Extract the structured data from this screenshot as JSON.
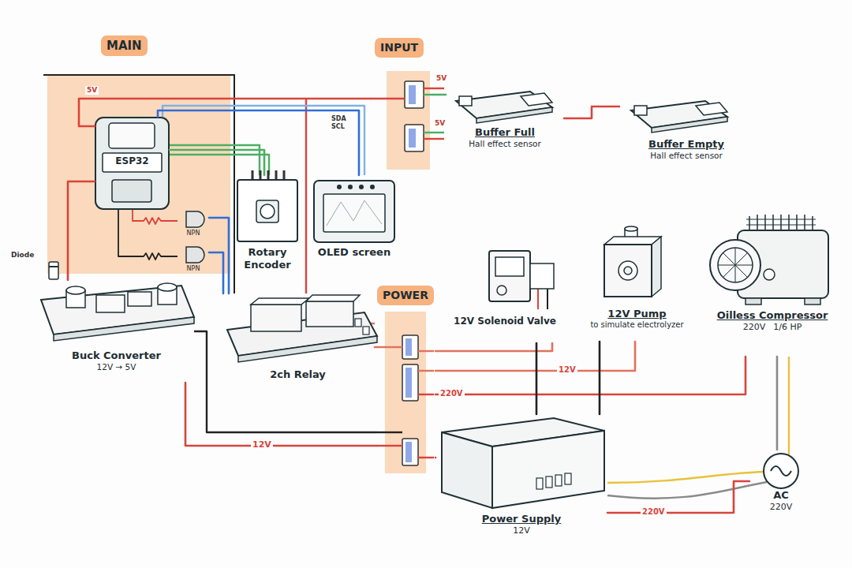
{
  "diagram": {
    "nodes": [
      {
        "text": [
          "MAIN"
        ]
      },
      {
        "text": [
          "ESP32"
        ],
        "in": 0
      },
      {
        "text": [
          "NPN"
        ],
        "in": 0
      },
      {
        "text": [
          "NPN"
        ],
        "in": 0
      },
      {
        "text": [
          "INPUT"
        ]
      },
      {
        "text": [
          "Buffer Full",
          "Hall effect sensor"
        ]
      },
      {
        "text": [
          "Buffer Empty",
          "Hall effect sensor"
        ]
      },
      {
        "text": [
          "Rotary Encoder"
        ]
      },
      {
        "text": [
          "OLED screen"
        ]
      },
      {
        "text": [
          "Buck Converter",
          "12V → 5V"
        ]
      },
      {
        "text": [
          "2ch Relay"
        ]
      },
      {
        "text": [
          "POWER"
        ]
      },
      {
        "text": [
          "12V Solenoid Valve"
        ]
      },
      {
        "text": [
          "12V Pump",
          "to simulate electrolyzer"
        ]
      },
      {
        "text": [
          "Oilless Compressor",
          "220V",
          "1/6 HP"
        ]
      },
      {
        "text": [
          "Power Supply",
          "12V"
        ]
      },
      {
        "text": [
          "AC",
          "220V"
        ]
      }
    ],
    "edges": [
      {
        "from": 1,
        "to": 7,
        "arrow": "none"
      },
      {
        "from": 1,
        "to": 8,
        "label": "SDA SCL",
        "arrow": "none"
      },
      {
        "from": 1,
        "to": 4,
        "label": "5V",
        "arrow": "none"
      },
      {
        "from": 9,
        "to": 1,
        "arrow": "none"
      },
      {
        "from": 2,
        "to": 10,
        "arrow": "none"
      },
      {
        "from": 3,
        "to": 10,
        "arrow": "none"
      },
      {
        "from": 4,
        "to": 5,
        "label": "5V",
        "arrow": "none"
      },
      {
        "from": 5,
        "to": 6,
        "arrow": "none"
      },
      {
        "from": 9,
        "to": 11,
        "label": "12V",
        "arrow": "none"
      },
      {
        "from": 10,
        "to": 11,
        "arrow": "none"
      },
      {
        "from": 11,
        "to": 12,
        "arrow": "none"
      },
      {
        "from": 11,
        "to": 13,
        "label": "12V",
        "arrow": "none"
      },
      {
        "from": 11,
        "to": 14,
        "label": "220V",
        "arrow": "none"
      },
      {
        "from": 11,
        "to": 15,
        "arrow": "none"
      },
      {
        "from": 15,
        "to": 12,
        "arrow": "none"
      },
      {
        "from": 15,
        "to": 13,
        "arrow": "none"
      },
      {
        "from": 15,
        "to": 16,
        "label": "220V",
        "arrow": "none"
      },
      {
        "from": 14,
        "to": 16,
        "arrow": "none"
      }
    ],
    "labels": [
      "5V",
      "Diode"
    ]
  }
}
